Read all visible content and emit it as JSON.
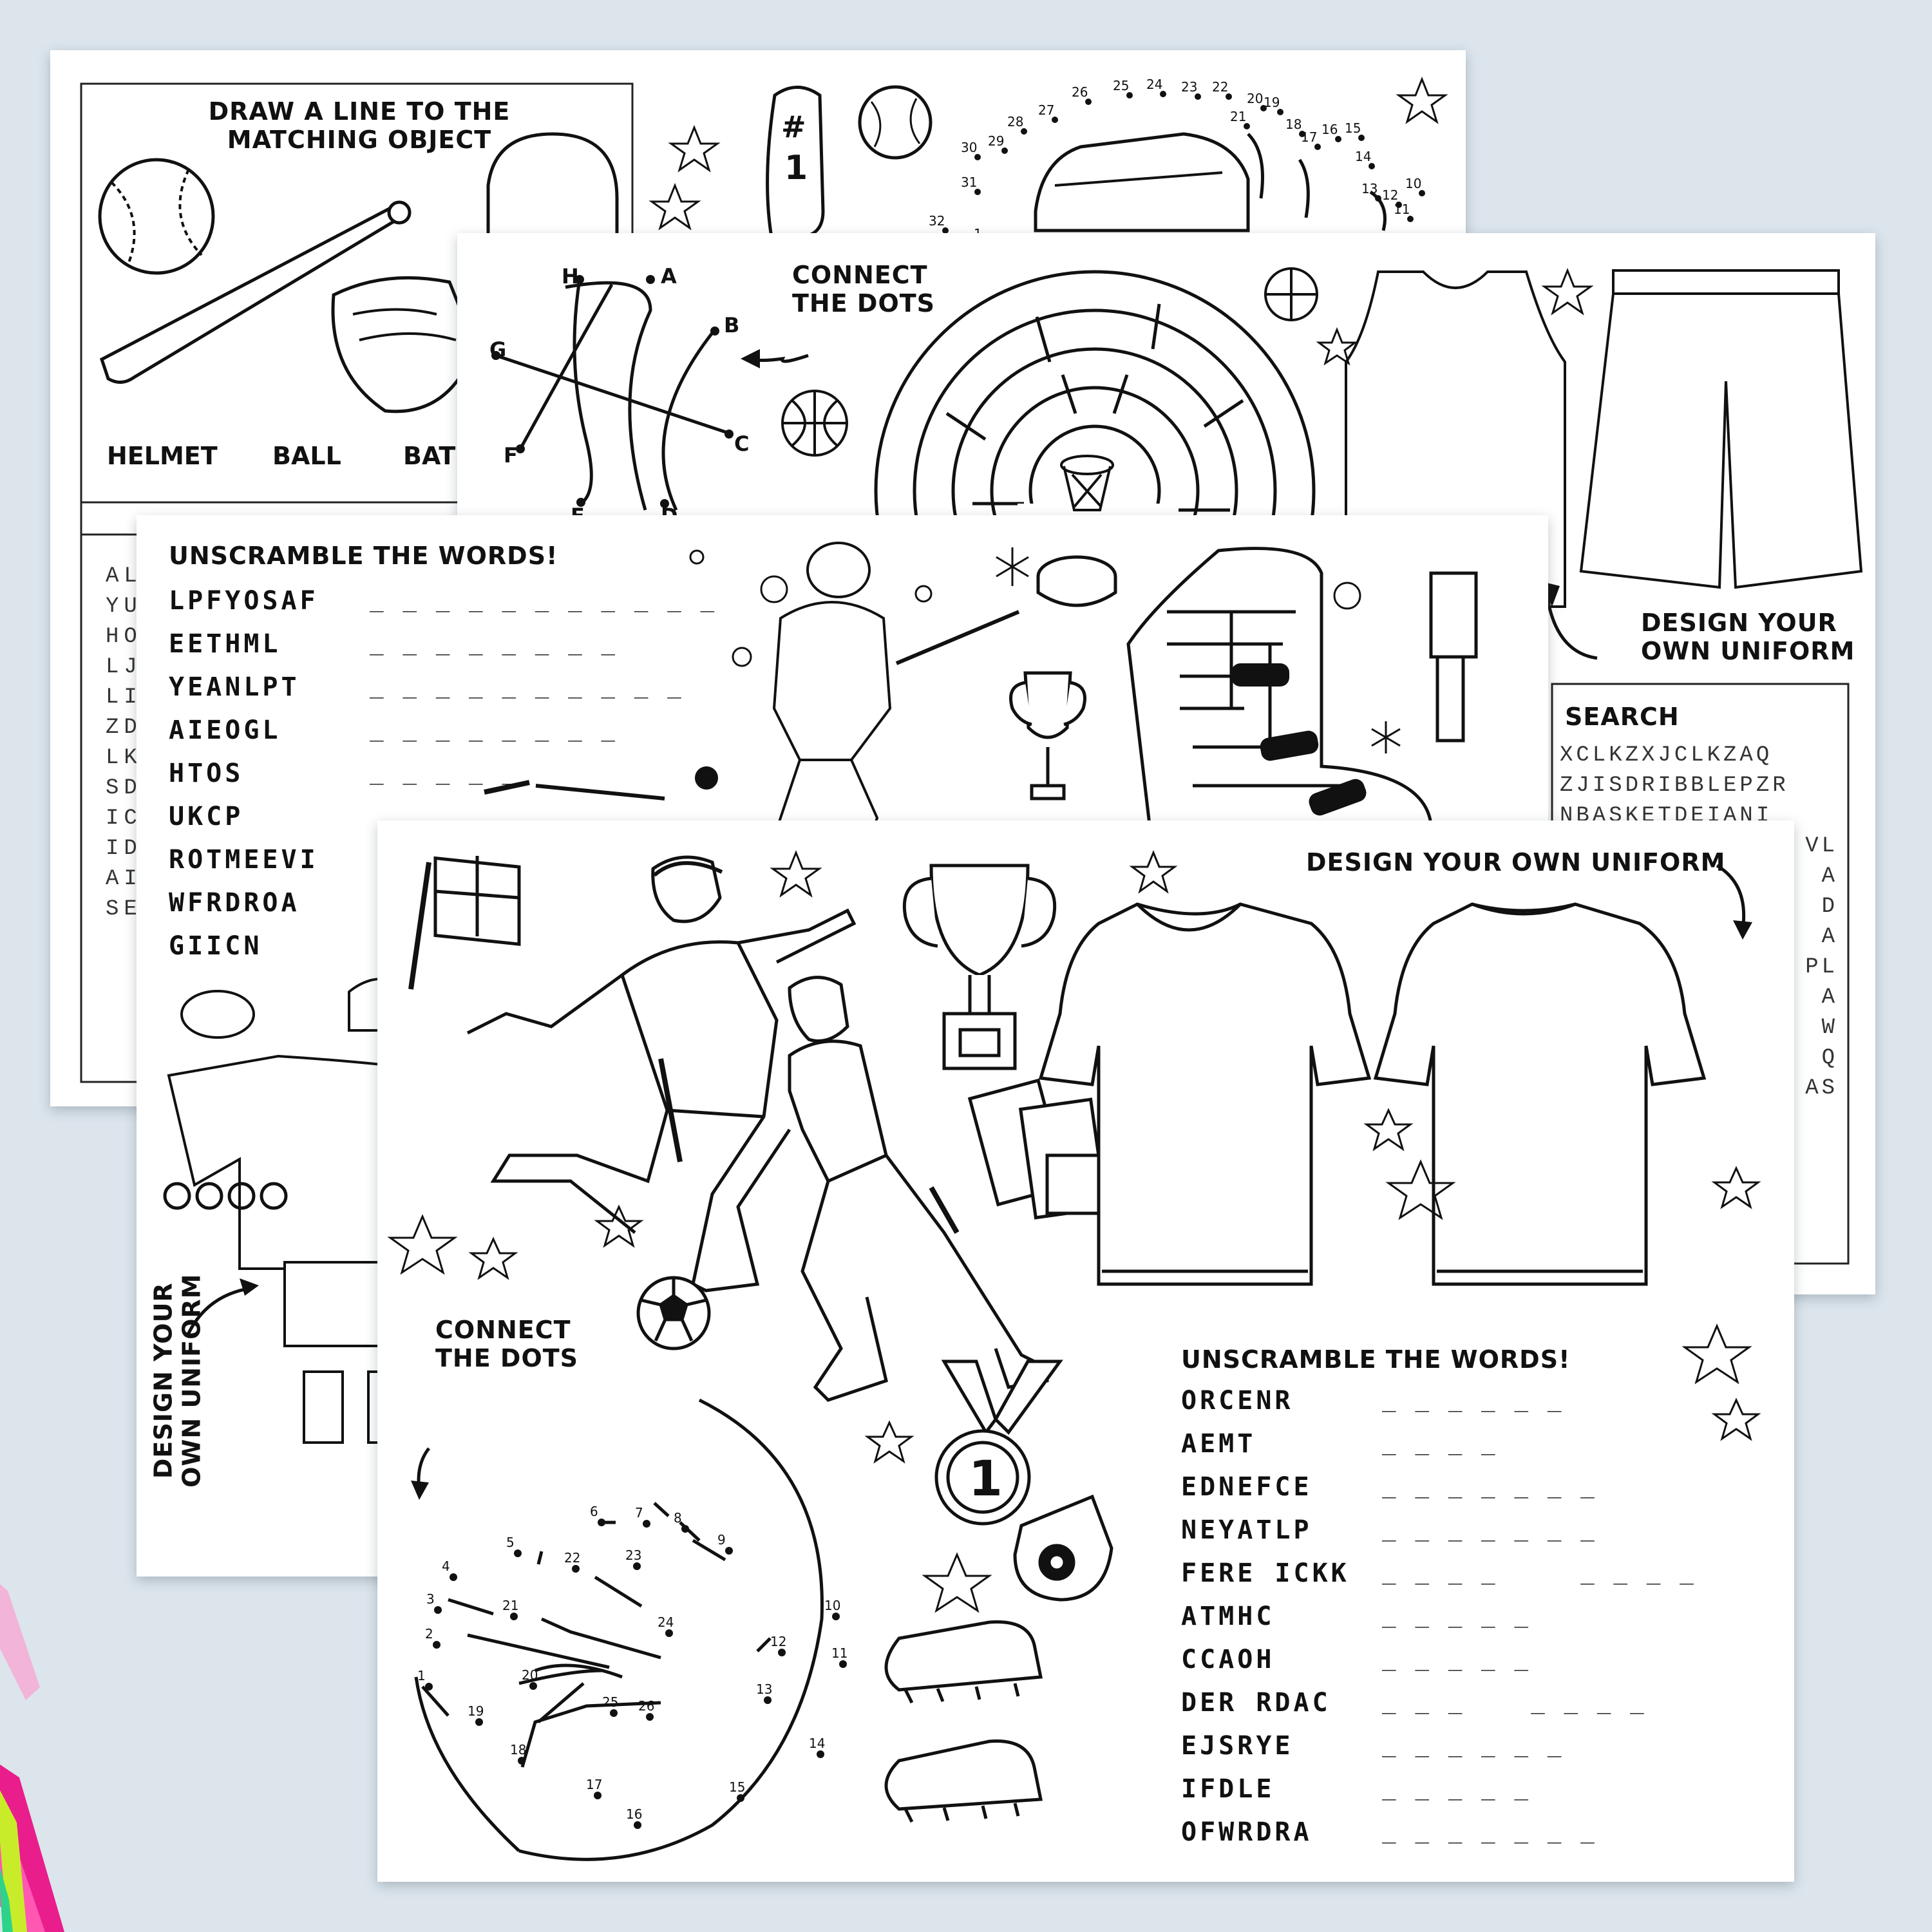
{
  "sheet1": {
    "match_title_1": "DRAW A LINE TO THE",
    "match_title_2": "MATCHING OBJECT",
    "labels": [
      "HELMET",
      "BALL",
      "BAT"
    ],
    "dots": [
      "31",
      "32",
      "30",
      "29",
      "28",
      "27",
      "26",
      "25",
      "24",
      "23",
      "22",
      "21",
      "20",
      "19",
      "18",
      "17",
      "16",
      "15",
      "14",
      "13",
      "12",
      "11",
      "10",
      "1"
    ],
    "wordsearch_rows": [
      "AL",
      "YU",
      "HO",
      "LJ",
      "LI",
      "ZD",
      "LK",
      "SD",
      "IC",
      "ID",
      "AI",
      "SE"
    ]
  },
  "sheet2": {
    "connect_title_1": "CONNECT",
    "connect_title_2": "THE DOTS",
    "letters": [
      "H",
      "A",
      "B",
      "G",
      "C",
      "F",
      "E",
      "D"
    ],
    "uniform_title_1": "DESIGN YOUR",
    "uniform_title_2": "OWN UNIFORM",
    "search_title": "SEARCH",
    "wordsearch_rows": [
      "XCLKZXJCLKZAQ",
      "ZJISDRIBBLEPZR",
      "NBASKETDEIANI",
      "VL",
      "A",
      "D",
      "A",
      "PL",
      "A",
      "W",
      "Q",
      "AS"
    ]
  },
  "sheet3": {
    "title": "UNSCRAMBLE THE WORDS!",
    "words": [
      "LPFYOSAF",
      "EETHML",
      "YEANLPT",
      "AIEOGL",
      "HTOS",
      "UKCP",
      "ROTMEEVI",
      "WFRDROA",
      "GIICN"
    ],
    "blanks": [
      "_ _ _ _ _ _ _ _ _ _ _",
      "_ _ _ _ _ _ _ _",
      "_ _ _ _ _ _ _ _ _ _",
      "_ _ _ _ _ _ _ _",
      "_ _ _ _ _"
    ],
    "uniform_title": "DESIGN YOUR\nOWN UNIFORM"
  },
  "sheet4": {
    "uniform_title": "DESIGN YOUR OWN UNIFORM",
    "connect_title_1": "CONNECT",
    "connect_title_2": "THE DOTS",
    "unscramble_title": "UNSCRAMBLE THE WORDS!",
    "words": [
      "ORCENR",
      "AEMT",
      "EDNEFCE",
      "NEYATLP",
      "FERE ICKK",
      "ATMHC",
      "CCAOH",
      "DER RDAC",
      "EJSRYE",
      "IFDLE",
      "OFWRDRA"
    ],
    "blanks": [
      "_ _ _ _ _ _",
      "_ _ _ _",
      "_ _ _ _ _ _ _",
      "_ _ _ _ _ _ _",
      "_ _ _ _     _ _ _ _",
      "_ _ _ _ _",
      "_ _ _ _ _",
      "_ _ _    _ _ _ _",
      "_ _ _ _ _ _",
      "_ _ _ _ _",
      "_ _ _ _ _ _ _"
    ],
    "medal_number": "1",
    "dots": [
      "1",
      "2",
      "3",
      "4",
      "5",
      "6",
      "7",
      "8",
      "9",
      "10",
      "11",
      "12",
      "13",
      "14",
      "15",
      "16",
      "17",
      "18",
      "19",
      "20",
      "21",
      "22",
      "23",
      "24",
      "25",
      "26"
    ]
  },
  "colors": {
    "background": "#dce5ec",
    "ink": "#111111",
    "paper": "#ffffff",
    "pen_pink": "#ff2f9a",
    "pen_yellow": "#d4f23a",
    "pen_green": "#39d98a"
  }
}
